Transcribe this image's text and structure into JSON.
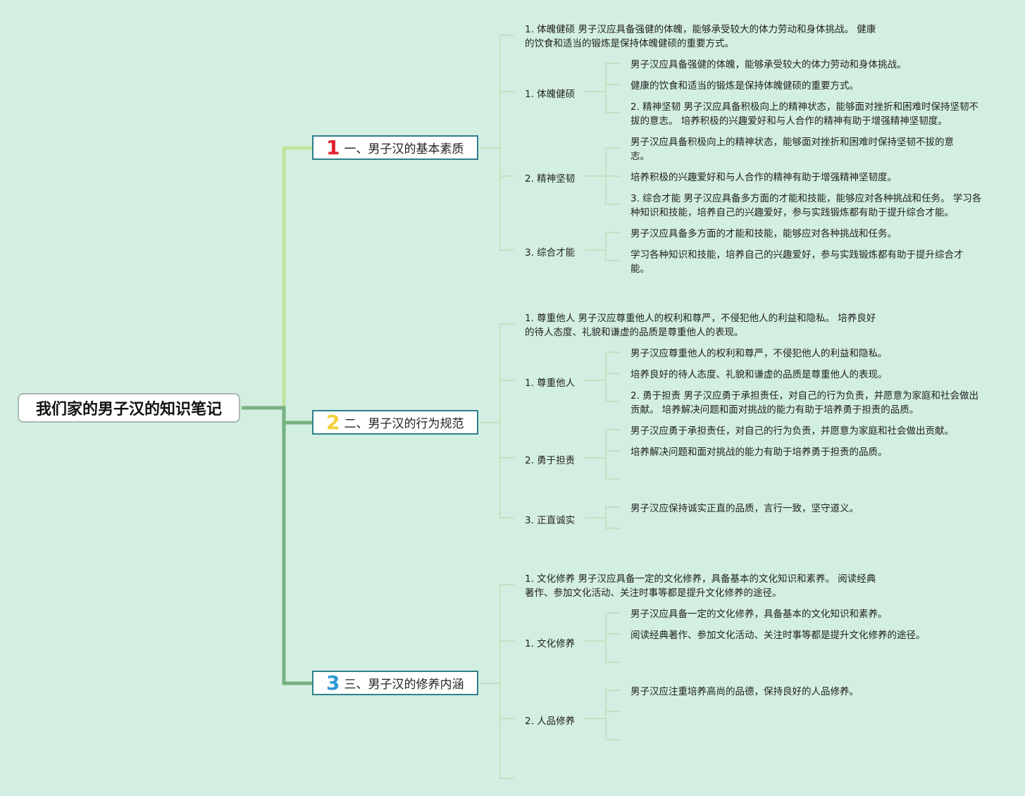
{
  "root": "我们家的男子汉的知识笔记",
  "colors": {
    "background": "#d3efe1",
    "branch1": "#c3e29b",
    "branch_main": "#76b281",
    "num1": "#e3212e",
    "num2": "#f4cf3a",
    "num3": "#2f97d6",
    "topic_border": "#2d7f8b"
  },
  "topics": [
    {
      "num": "1",
      "label": "一、男子汉的基本素质",
      "summary": "1. 体魄健硕 男子汉应具备强健的体魄，能够承受较大的体力劳动和身体挑战。 健康的饮食和适当的锻炼是保持体魄健硕的重要方式。",
      "subs": [
        {
          "label": "1. 体魄健硕",
          "items": [
            "男子汉应具备强健的体魄，能够承受较大的体力劳动和身体挑战。",
            "健康的饮食和适当的锻炼是保持体魄健硕的重要方式。",
            "2. 精神坚韧 男子汉应具备积极向上的精神状态，能够面对挫折和困难时保持坚韧不拔的意志。 培养积极的兴趣爱好和与人合作的精神有助于增强精神坚韧度。"
          ]
        },
        {
          "label": "2. 精神坚韧",
          "items": [
            "男子汉应具备积极向上的精神状态，能够面对挫折和困难时保持坚韧不拔的意志。",
            "培养积极的兴趣爱好和与人合作的精神有助于增强精神坚韧度。",
            "3. 综合才能 男子汉应具备多方面的才能和技能，能够应对各种挑战和任务。 学习各种知识和技能，培养自己的兴趣爱好，参与实践锻炼都有助于提升综合才能。"
          ]
        },
        {
          "label": "3. 综合才能",
          "items": [
            "男子汉应具备多方面的才能和技能，能够应对各种挑战和任务。",
            "学习各种知识和技能，培养自己的兴趣爱好，参与实践锻炼都有助于提升综合才能。"
          ]
        }
      ]
    },
    {
      "num": "2",
      "label": "二、男子汉的行为规范",
      "summary": "1. 尊重他人 男子汉应尊重他人的权利和尊严，不侵犯他人的利益和隐私。 培养良好的待人态度、礼貌和谦虚的品质是尊重他人的表现。",
      "subs": [
        {
          "label": "1. 尊重他人",
          "items": [
            "男子汉应尊重他人的权利和尊严，不侵犯他人的利益和隐私。",
            "培养良好的待人态度、礼貌和谦虚的品质是尊重他人的表现。",
            "2. 勇于担责 男子汉应勇于承担责任，对自己的行为负责，并愿意为家庭和社会做出贡献。 培养解决问题和面对挑战的能力有助于培养勇于担责的品质。"
          ]
        },
        {
          "label": "2. 勇于担责",
          "items": [
            "男子汉应勇于承担责任，对自己的行为负责，并愿意为家庭和社会做出贡献。",
            "培养解决问题和面对挑战的能力有助于培养勇于担责的品质。"
          ]
        },
        {
          "label": "3. 正直诚实",
          "items": [
            "男子汉应保持诚实正直的品质，言行一致，坚守道义。"
          ]
        }
      ]
    },
    {
      "num": "3",
      "label": "三、男子汉的修养内涵",
      "summary": "1. 文化修养 男子汉应具备一定的文化修养，具备基本的文化知识和素养。 阅读经典著作、参加文化活动、关注时事等都是提升文化修养的途径。",
      "subs": [
        {
          "label": "1. 文化修养",
          "items": [
            "男子汉应具备一定的文化修养，具备基本的文化知识和素养。",
            "阅读经典著作、参加文化活动、关注时事等都是提升文化修养的途径。"
          ]
        },
        {
          "label": "2. 人品修养",
          "items": [
            "男子汉应注重培养高尚的品德，保持良好的人品修养。"
          ]
        }
      ]
    }
  ]
}
